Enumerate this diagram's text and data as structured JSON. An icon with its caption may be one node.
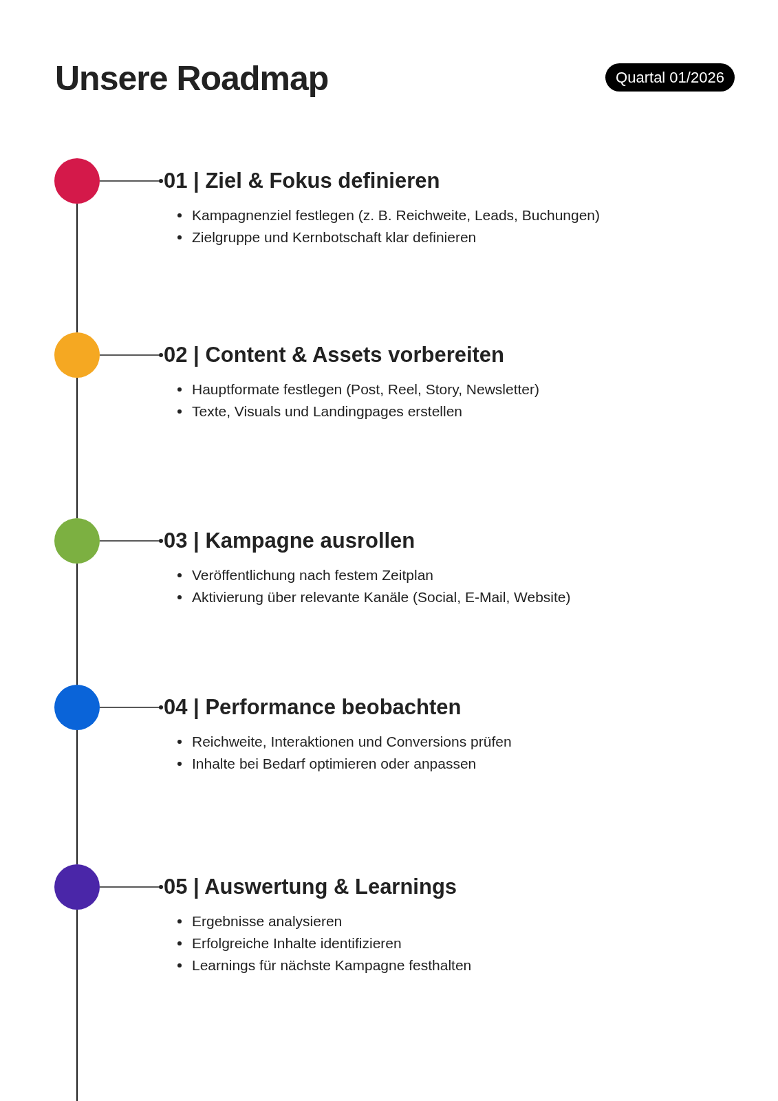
{
  "diagram": {
    "title": "Unsere Roadmap",
    "nodes": [
      {
        "text": [
          "Quartal 01/2026"
        ]
      },
      {
        "text": [],
        "shape": "circle"
      },
      {
        "text": [
          "01 | Ziel & Fokus definieren"
        ],
        "beside": [
          "Kampagnenziel festlegen (z. B. Reichweite, Leads, Buchungen)",
          "Zielgruppe und Kernbotschaft klar definieren"
        ]
      },
      {
        "text": [],
        "shape": "circle"
      },
      {
        "text": [
          "02 | Content & Assets vorbereiten"
        ],
        "beside": [
          "Hauptformate festlegen (Post, Reel, Story, Newsletter)",
          "Texte, Visuals und Landingpages erstellen"
        ]
      },
      {
        "text": [],
        "shape": "circle"
      },
      {
        "text": [
          "03 | Kampagne ausrollen"
        ],
        "beside": [
          "Veröffentlichung nach festem Zeitplan",
          "Aktivierung über relevante Kanäle (Social, E-Mail, Website)"
        ]
      },
      {
        "text": [],
        "shape": "circle"
      },
      {
        "text": [
          "04 | Performance beobachten"
        ],
        "beside": [
          "Reichweite, Interaktionen und Conversions prüfen",
          "Inhalte bei Bedarf optimieren oder anpassen"
        ]
      },
      {
        "text": [],
        "shape": "circle"
      },
      {
        "text": [
          "05 | Auswertung & Learnings"
        ],
        "beside": [
          "Ergebnisse analysieren",
          "Erfolgreiche Inhalte identifizieren",
          "Learnings für nächste Kampagne festhalten"
        ]
      }
    ],
    "edges": [
      {
        "from": 1,
        "to": 2,
        "arrow": "other"
      },
      {
        "from": 3,
        "to": 4,
        "arrow": "other"
      },
      {
        "from": 5,
        "to": 6,
        "arrow": "other"
      },
      {
        "from": 7,
        "to": 8,
        "arrow": "other"
      },
      {
        "from": 9,
        "to": 10,
        "arrow": "other"
      },
      {
        "from": 1,
        "to": 3,
        "arrow": "none"
      },
      {
        "from": 3,
        "to": 5,
        "arrow": "none"
      },
      {
        "from": 5,
        "to": 7,
        "arrow": "none"
      },
      {
        "from": 7,
        "to": 9,
        "arrow": "none"
      },
      {
        "from": 9,
        "to": null,
        "arrow": "none"
      }
    ]
  }
}
